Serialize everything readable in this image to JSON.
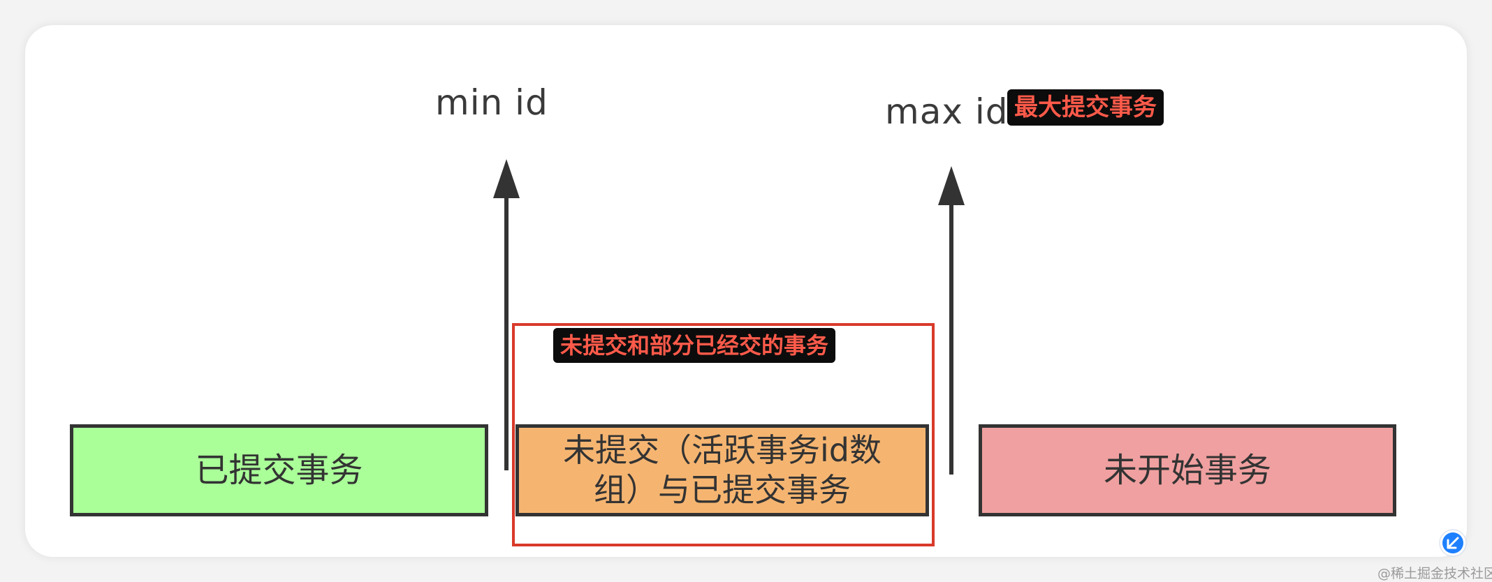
{
  "diagram": {
    "min_label": "min id",
    "max_label": "max id",
    "max_tag": "最大提交事务",
    "middle_tag": "未提交和部分已经交的事务",
    "boxes": {
      "committed": "已提交事务",
      "active_line1": "未提交（活跃事务id数",
      "active_line2": "组）与已提交事务",
      "not_started": "未开始事务"
    }
  },
  "colors": {
    "committed": "#aaff99",
    "active": "#f5b571",
    "not_started": "#f0a0a0",
    "highlight": "#d93a2b",
    "tag_text": "#ff5a4a",
    "tag_bg": "#0c0c0c"
  },
  "watermark": "@稀土掘金技术社区"
}
